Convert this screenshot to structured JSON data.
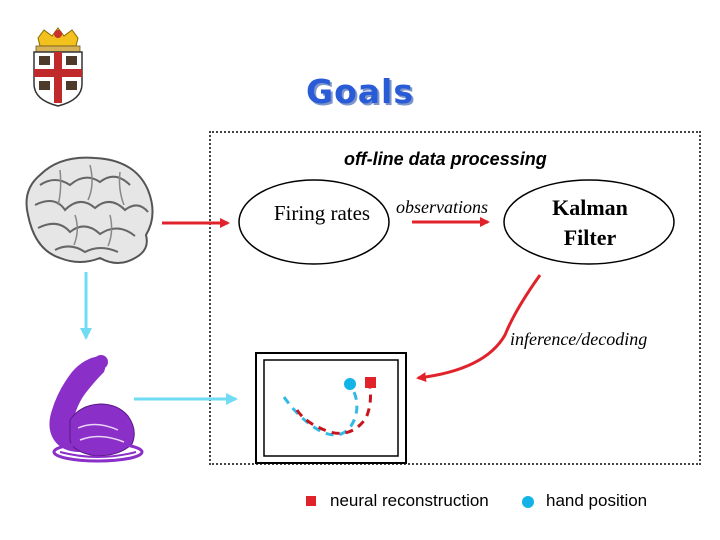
{
  "slide": {
    "title": "Goals",
    "box_label": "off-line data processing"
  },
  "nodes": {
    "firing_rates": "Firing rates",
    "kalman_filter": "Kalman Filter"
  },
  "edges": {
    "observations": "observations",
    "inference": "inference/decoding"
  },
  "legend": {
    "neural_reconstruction": "neural reconstruction",
    "hand_position": "hand position"
  },
  "colors": {
    "title": "#2a5bd7",
    "red_arrow": "#e0232b",
    "cyan_arrow": "#6fdcf4",
    "monkey": "#8b2fc9",
    "hand_marker": "#12b3e6",
    "neural_marker": "#e0232b"
  },
  "icons": {
    "logo": "university-shield-icon",
    "brain": "brain-icon",
    "monkey": "monkey-icon"
  }
}
